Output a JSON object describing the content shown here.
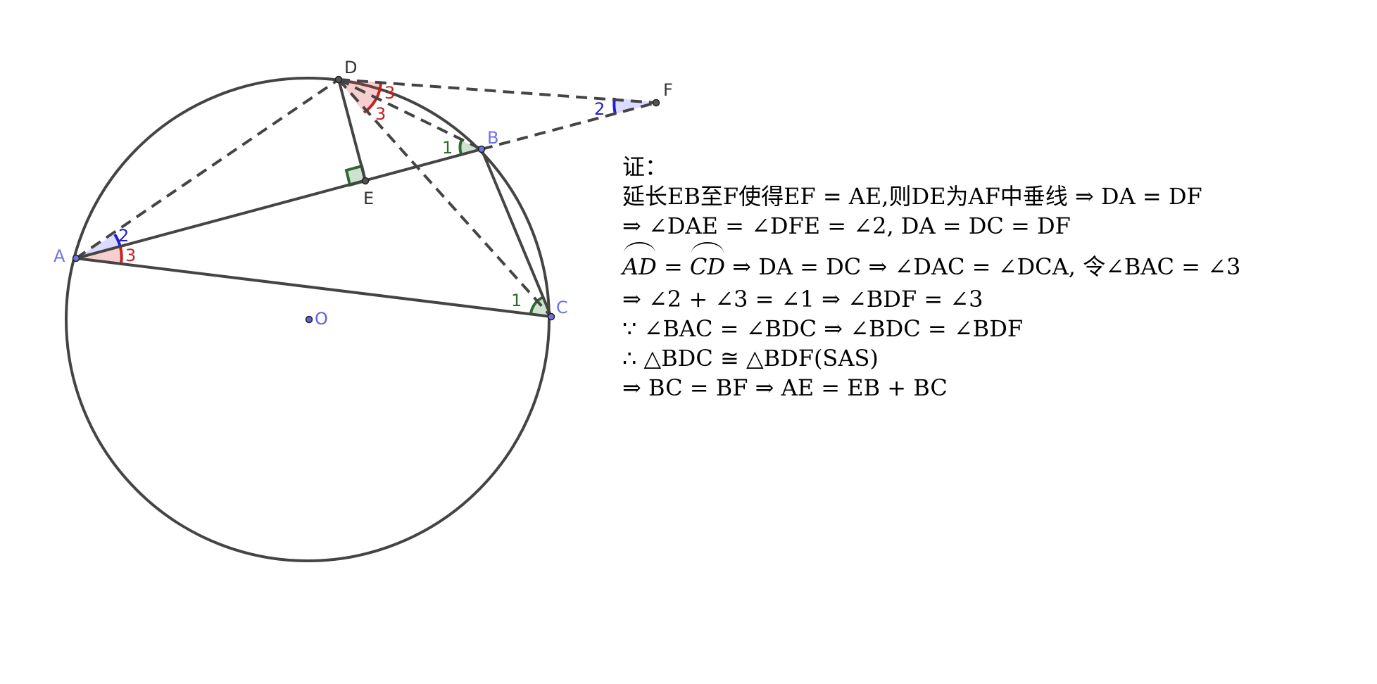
{
  "points": {
    "A": {
      "label": "A",
      "color": "#7070e8"
    },
    "B": {
      "label": "B",
      "color": "#7070e8"
    },
    "C": {
      "label": "C",
      "color": "#7070e8"
    },
    "D": {
      "label": "D",
      "color": "#333333"
    },
    "E": {
      "label": "E",
      "color": "#333333"
    },
    "F": {
      "label": "F",
      "color": "#333333"
    },
    "O": {
      "label": "O",
      "color": "#6060e0"
    }
  },
  "angle_marks": {
    "A_upper": "2",
    "A_lower": "3",
    "D_upper": "3",
    "D_lower": "3",
    "F": "2",
    "B": "1",
    "C": "1"
  },
  "colors": {
    "line": "#444444",
    "blue_angle": "#2020d0",
    "red_angle": "#c82020",
    "green_angle": "#2e6b2e",
    "point_fill": "#555555"
  },
  "proof": {
    "line0": "证：",
    "line1": "延长EB至F使得EF = AE,则DE为AF中垂线 ⇒ DA = DF",
    "line2": "⇒ ∠DAE = ∠DFE = ∠2, DA = DC = DF",
    "line3_arc1": "AD",
    "line3_eq": " = ",
    "line3_arc2": "CD",
    "line3_rest": " ⇒ DA = DC ⇒ ∠DAC = ∠DCA, 令∠BAC = ∠3",
    "line4": "⇒ ∠2 + ∠3 = ∠1 ⇒ ∠BDF = ∠3",
    "line5": "∵ ∠BAC = ∠BDC ⇒ ∠BDC = ∠BDF",
    "line6": "∴ △BDC ≅ △BDF(SAS)",
    "line7": "⇒ BC = BF ⇒ AE = EB + BC"
  }
}
